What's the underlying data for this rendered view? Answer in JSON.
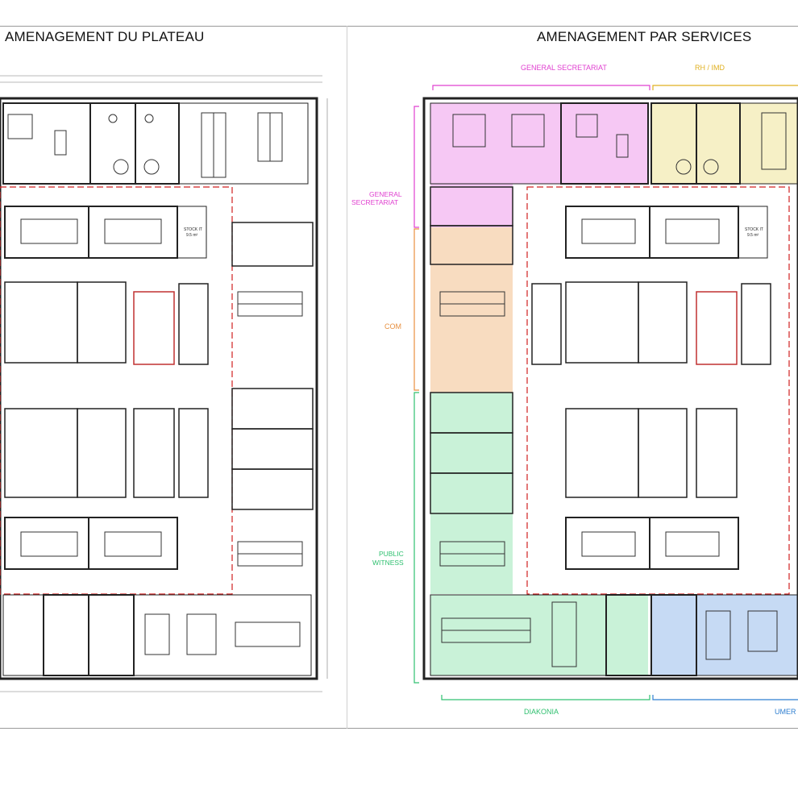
{
  "titles": {
    "left": "AMENAGEMENT DU PLATEAU",
    "right": "AMENAGEMENT PAR SERVICES"
  },
  "room_labels": {
    "stock": "STOCK IT",
    "stock_area": "9.5 m²"
  },
  "services": {
    "general_secretariat_top": "GENERAL SECRETARIAT",
    "general_secretariat_side_1": "GENERAL",
    "general_secretariat_side_2": "SECRETARIAT",
    "rh_imd": "RH / IMD",
    "com": "COM",
    "public_witness_1": "PUBLIC",
    "public_witness_2": "WITNESS",
    "diakonia": "DIAKONIA",
    "umer": "UMER"
  },
  "colors": {
    "general_secretariat": "#f6c8f4",
    "rh_imd": "#f6f0c6",
    "com": "#f8dcc0",
    "public_witness": "#c9f2d8",
    "diakonia": "#c9f2d8",
    "umer": "#c6daf4",
    "label_general": "#e040d0",
    "label_rh": "#e0b020",
    "label_com": "#e89040",
    "label_pw": "#30c070",
    "label_umer": "#2f7fd0",
    "wall": "#222222",
    "fire_line": "#d02020"
  }
}
